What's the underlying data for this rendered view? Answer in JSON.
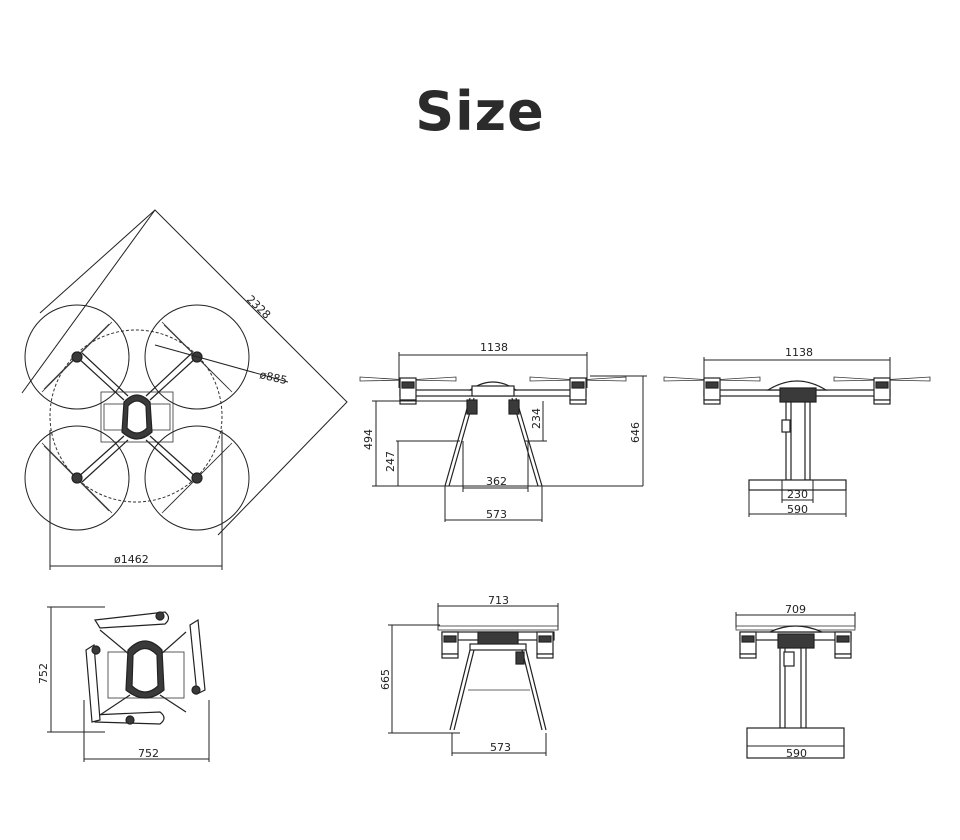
{
  "title": "Size",
  "views": {
    "top_view": {
      "diagonal": "2328",
      "propeller_diameter": "ø885",
      "frame_diameter": "ø1462"
    },
    "front_view": {
      "wheelbase": "1138",
      "height_total": "494",
      "height_lower": "247",
      "leg_height": "234",
      "inner_gap": "362",
      "leg_span": "573",
      "overall_height": "646"
    },
    "side_view": {
      "wheelbase": "1138",
      "inner_width": "230",
      "tank_width": "590"
    },
    "folded_top_view": {
      "length": "752",
      "width": "752"
    },
    "folded_front_view": {
      "width": "713",
      "height": "665",
      "leg_span": "573"
    },
    "folded_side_view": {
      "width": "709",
      "tank_width": "590"
    }
  },
  "colors": {
    "line": "#222222",
    "title": "#2b2b2b",
    "background": "#ffffff"
  }
}
